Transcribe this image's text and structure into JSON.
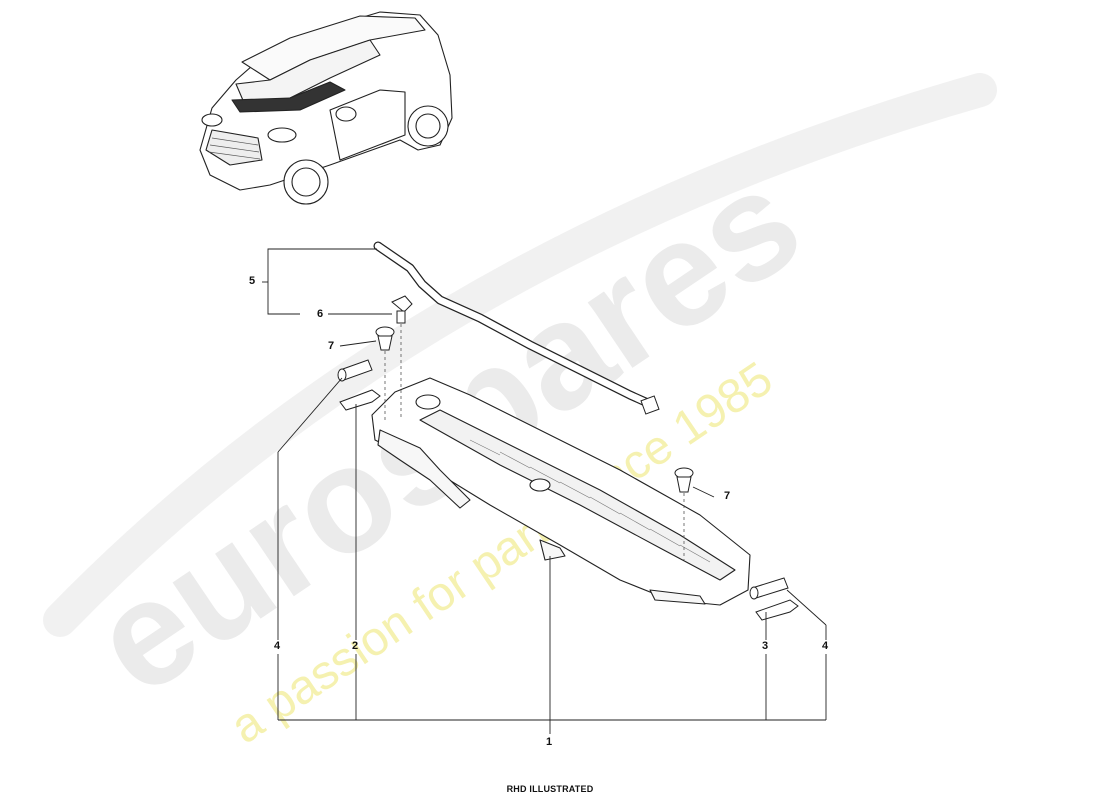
{
  "callouts": {
    "c1": "1",
    "c2": "2",
    "c3": "3",
    "c4_left": "4",
    "c4_right": "4",
    "c5": "5",
    "c6": "6",
    "c7_left": "7",
    "c7_right": "7"
  },
  "caption": "RHD ILLUSTRATED",
  "watermark": {
    "brand": "eurospares",
    "tagline": "a passion for parts since 1985",
    "brand_color": "#e9e9e9",
    "tagline_color": "#f4f0a8"
  }
}
